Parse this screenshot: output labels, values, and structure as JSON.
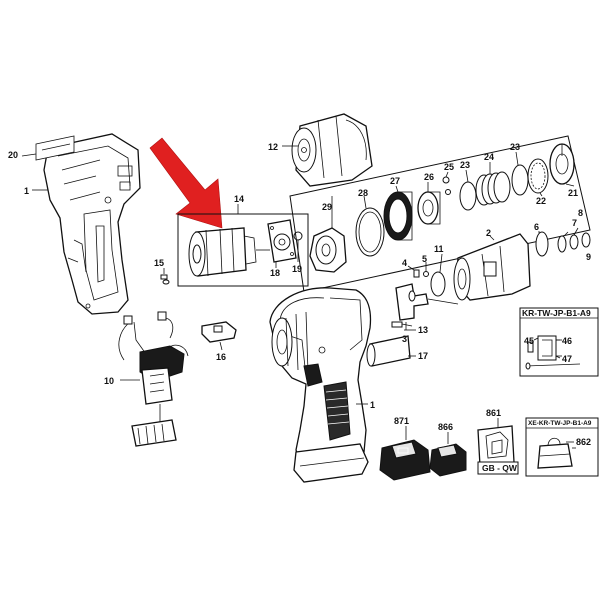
{
  "labels": {
    "p1a": "1",
    "p1b": "1",
    "p2": "2",
    "p3": "3",
    "p4": "4",
    "p5": "5",
    "p6": "6",
    "p7": "7",
    "p8": "8",
    "p9": "9",
    "p10": "10",
    "p11": "11",
    "p12": "12",
    "p13": "13",
    "p14": "14",
    "p15": "15",
    "p16": "16",
    "p17": "17",
    "p18": "18",
    "p19": "19",
    "p20": "20",
    "p21": "21",
    "p22": "22",
    "p23a": "23",
    "p23b": "23",
    "p24": "24",
    "p25": "25",
    "p26": "26",
    "p27": "27",
    "p28": "28",
    "p29": "29",
    "p45": "45",
    "p46": "46",
    "p47": "47",
    "p861": "861",
    "p862": "862",
    "p866": "866",
    "p871": "871"
  },
  "kit_box_1": {
    "title": "KR-TW-JP-B1-A9"
  },
  "kit_box_2": {
    "title": "XE-KR-TW-JP-B1-A9"
  },
  "charger_plate": {
    "text": "GB - QW"
  },
  "colors": {
    "arrow": "#e02020",
    "line": "#111111"
  }
}
